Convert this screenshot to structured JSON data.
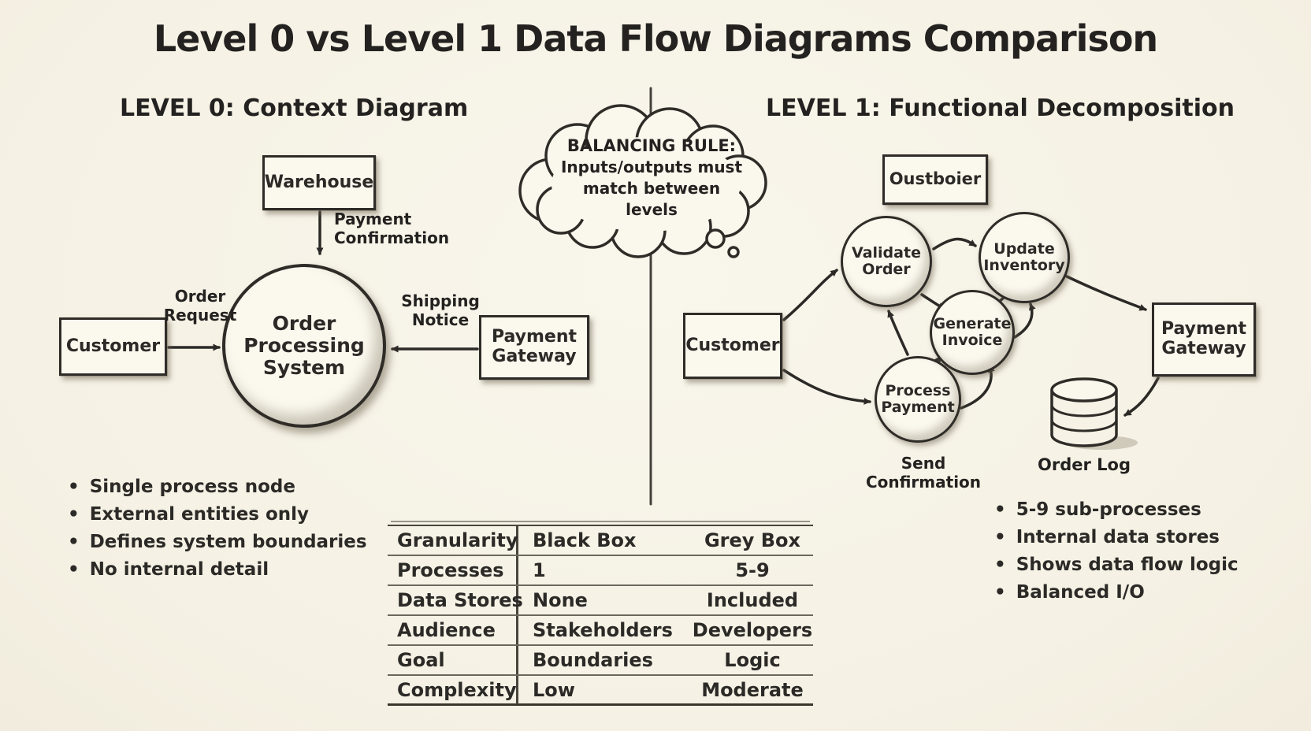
{
  "title": "Level 0 vs Level 1 Data Flow Diagrams Comparison",
  "level0": {
    "heading": "LEVEL 0: Context Diagram",
    "warehouse": "Warehouse",
    "customer": "Customer",
    "payment_gateway": "Payment Gateway",
    "process": "Order Processing System",
    "flow_payment_confirmation": "Payment Confirmation",
    "flow_order_request": "Order Request",
    "flow_shipping_notice": "Shipping Notice",
    "bullets": [
      "Single process node",
      "External entities only",
      "Defines system boundaries",
      "No internal detail"
    ]
  },
  "balancing_note": {
    "line1": "BALANCING RULE:",
    "line2": "Inputs/outputs must",
    "line3": "match between levels"
  },
  "level1": {
    "heading": "LEVEL 1: Functional Decomposition",
    "top_entity": "Oustboier",
    "customer": "Customer",
    "payment_gateway": "Payment Gateway",
    "process_validate_order": "Validate Order",
    "process_update_inventory": "Update Inventory",
    "process_generate_invoice": "Generate Invoice",
    "process_process_payment": "Process Payment",
    "flow_send_confirmation": "Send Confirmation",
    "store_order_log": "Order Log",
    "bullets": [
      "5-9 sub-processes",
      "Internal data stores",
      "Shows data flow logic",
      "Balanced I/O"
    ]
  },
  "comparison_table": {
    "rows": [
      {
        "attribute": "Granularity",
        "level0": "Black Box",
        "level1": "Grey Box"
      },
      {
        "attribute": "Processes",
        "level0": "1",
        "level1": "5-9"
      },
      {
        "attribute": "Data Stores",
        "level0": "None",
        "level1": "Included"
      },
      {
        "attribute": "Audience",
        "level0": "Stakeholders",
        "level1": "Developers"
      },
      {
        "attribute": "Goal",
        "level0": "Boundaries",
        "level1": "Logic"
      },
      {
        "attribute": "Complexity",
        "level0": "Low",
        "level1": "Moderate"
      }
    ]
  },
  "colors": {
    "background": "#f6f2e6",
    "ink": "#2c2a27",
    "node_fill": "#fbf8ee"
  }
}
